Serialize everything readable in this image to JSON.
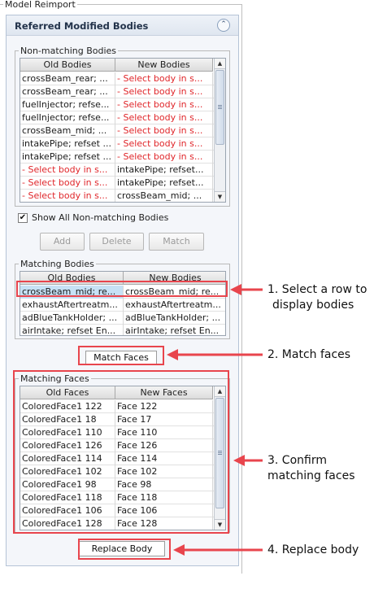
{
  "outer_title": "Model Reimport",
  "panel": {
    "title": "Referred Modified Bodies",
    "collapse_glyph": "⌃"
  },
  "non_matching": {
    "legend": "Non-matching Bodies",
    "headers": [
      "Old Bodies",
      "New Bodies"
    ],
    "rows": [
      [
        "crossBeam_rear; ...",
        "- Select body in s..."
      ],
      [
        "crossBeam_rear; ...",
        "- Select body in s..."
      ],
      [
        "fuelInjector; refse...",
        "- Select body in s..."
      ],
      [
        "fuelInjector; refse...",
        "- Select body in s..."
      ],
      [
        "crossBeam_mid; ...",
        "- Select body in s..."
      ],
      [
        "intakePipe; refset ...",
        "- Select body in s..."
      ],
      [
        "intakePipe; refset ...",
        "- Select body in s..."
      ],
      [
        "- Select body in s...",
        "intakePipe; refset..."
      ],
      [
        "- Select body in s...",
        "intakePipe; refset..."
      ],
      [
        "- Select body in s...",
        "crossBeam_mid; ..."
      ]
    ],
    "red_old": [
      false,
      false,
      false,
      false,
      false,
      false,
      false,
      true,
      true,
      true
    ],
    "red_new": [
      true,
      true,
      true,
      true,
      true,
      true,
      true,
      false,
      false,
      false
    ]
  },
  "show_all": {
    "checked_glyph": "✔",
    "label": "Show All Non-matching Bodies"
  },
  "buttons": {
    "add": "Add",
    "delete": "Delete",
    "match": "Match",
    "match_faces": "Match Faces",
    "replace_body": "Replace Body"
  },
  "matching_bodies": {
    "legend": "Matching Bodies",
    "headers": [
      "Old Bodies",
      "New Bodies"
    ],
    "rows": [
      [
        "crossBeam_mid; re...",
        "crossBeam_mid; re..."
      ],
      [
        "exhaustAftertreatm...",
        "exhaustAftertreatm..."
      ],
      [
        "adBlueTankHolder; ...",
        "adBlueTankHolder; ..."
      ],
      [
        "airIntake; refset En...",
        "airIntake; refset En..."
      ]
    ]
  },
  "matching_faces": {
    "legend": "Matching Faces",
    "headers": [
      "Old Faces",
      "New Faces"
    ],
    "rows": [
      [
        "ColoredFace1 122",
        "Face 122"
      ],
      [
        "ColoredFace1 18",
        "Face 17"
      ],
      [
        "ColoredFace1 110",
        "Face 110"
      ],
      [
        "ColoredFace1 126",
        "Face 126"
      ],
      [
        "ColoredFace1 114",
        "Face 114"
      ],
      [
        "ColoredFace1 102",
        "Face 102"
      ],
      [
        "ColoredFace1 98",
        "Face 98"
      ],
      [
        "ColoredFace1 118",
        "Face 118"
      ],
      [
        "ColoredFace1 106",
        "Face 106"
      ],
      [
        "ColoredFace1 128",
        "Face 128"
      ]
    ]
  },
  "scroll": {
    "up": "▲",
    "down": "▼"
  },
  "annotations": {
    "step1_line1": "1. Select a row to",
    "step1_line2": "display bodies",
    "step2": "2. Match faces",
    "step3_line1": "3. Confirm",
    "step3_line2": "matching faces",
    "step4": "4. Replace body"
  },
  "colors": {
    "highlight": "#e8454d",
    "selection": "#c6e1f5",
    "unmatched_text": "#e0262a"
  }
}
